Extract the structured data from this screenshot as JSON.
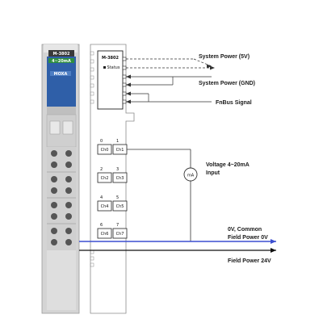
{
  "module": {
    "model": "M-3802",
    "sub_label": "4~20mA",
    "brand": "MOXA",
    "status_label": "Status"
  },
  "diagram": {
    "model_box": "M-3802",
    "status_box": "Status",
    "channels": [
      {
        "num": "0",
        "label": "Ch0"
      },
      {
        "num": "1",
        "label": "Ch1"
      },
      {
        "num": "2",
        "label": "Ch2"
      },
      {
        "num": "3",
        "label": "Ch3"
      },
      {
        "num": "4",
        "label": "Ch4"
      },
      {
        "num": "5",
        "label": "Ch5"
      },
      {
        "num": "6",
        "label": "Ch6"
      },
      {
        "num": "7",
        "label": "Ch7"
      }
    ],
    "meter_symbol": "mA",
    "labels": {
      "system_power_5v": "System Power (5V)",
      "system_power_gnd": "System Power (GND)",
      "fnbus_signal": "FnBus Signal",
      "voltage_input_line1": "Voltage 4~20mA",
      "voltage_input_line2": "Input",
      "common_line1": "0V, Common",
      "common_line2": "Field Power 0V",
      "field_power_24v": "Field Power 24V"
    },
    "colors": {
      "blue_line": "#3b4fd0",
      "module_blue": "#2f5fa8",
      "module_green": "#2f8f3f"
    }
  }
}
